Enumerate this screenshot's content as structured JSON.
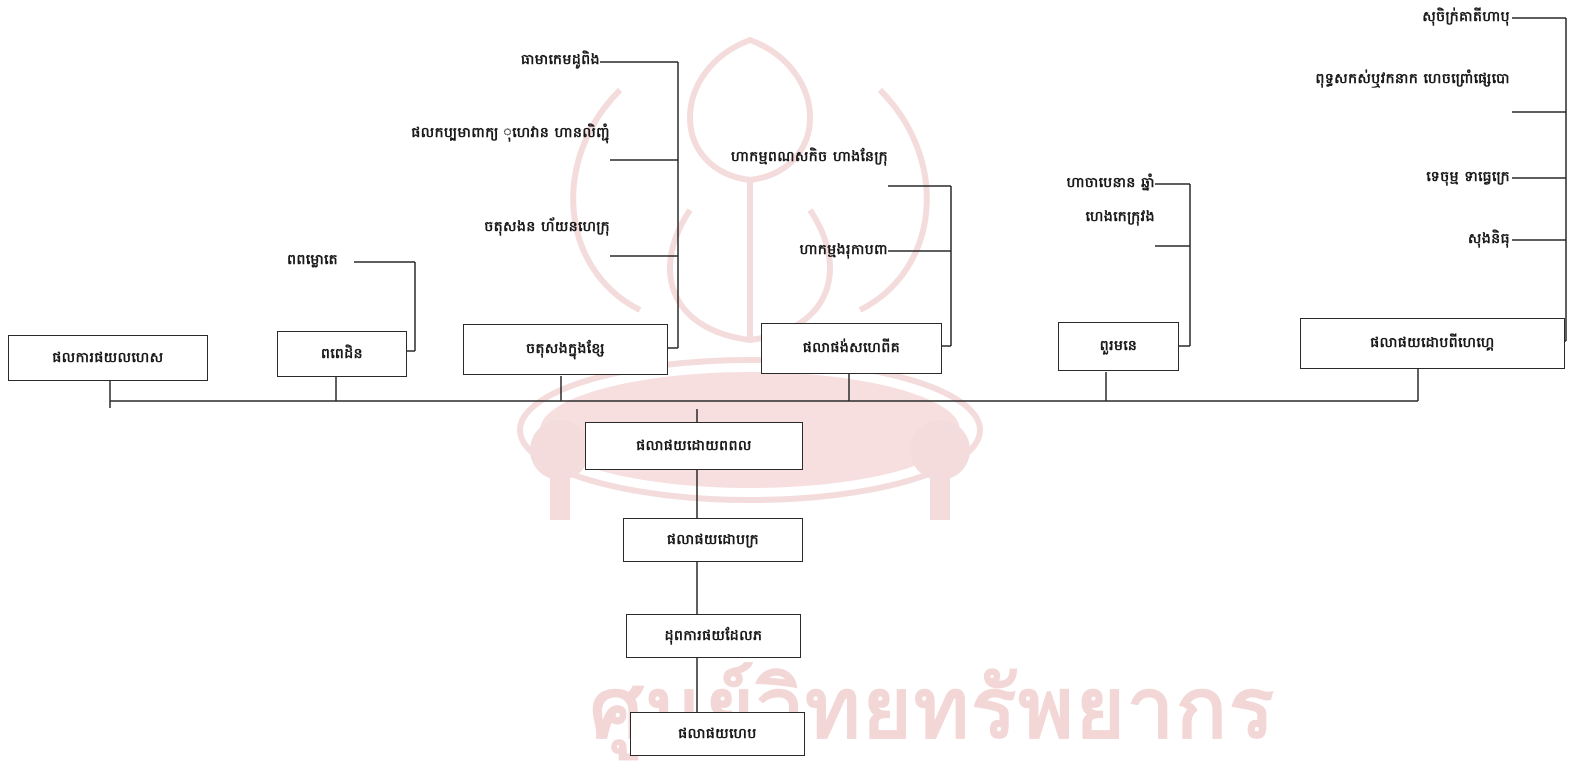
{
  "watermark": "ศูนย์วิทยทรัพยากร",
  "chain": [
    "ផលាផយដោយពពល",
    "ផលាផយដោបក្រ",
    "ដុពការផយដែលភ",
    "ផលាផយហេប"
  ],
  "departments": [
    "ផលការផយលហេស",
    "ពពេដិន",
    "ចតុសងក្នុងខ្សែ",
    "ផលាផង់សហេពីគ",
    "ពួរមនេ",
    "ផលាផយដោបពីហេ​ហ្គេ"
  ],
  "branches": {
    "pp": [
      "ពពម្លោតេ"
    ],
    "ch": [
      "ធាមាកេមដូពិង",
      "ផលកប្បមាពាក្យ ុហេវាន ហានលិញ្ជុំ",
      "ចតុសងន ហ័យនហេក្រុ"
    ],
    "fl": [
      "ហាកម្មពណសកិច ហាងនែក្រុ",
      "ហាកម្មងរុកាបពា"
    ],
    "pu": [
      "ហាចាបេនាន ឆ្នាំ",
      "ហេងកេក្រុវង"
    ],
    "top": [
      "សុចិក្រ់គាតីហាបុ",
      "ពុទ្ធសកស់ឬវកនាក ហេចព្រោំផ្សេបោ",
      "ទេចុម្ម ទាធ្វេក្រេ",
      "សុងនិធុ"
    ]
  }
}
